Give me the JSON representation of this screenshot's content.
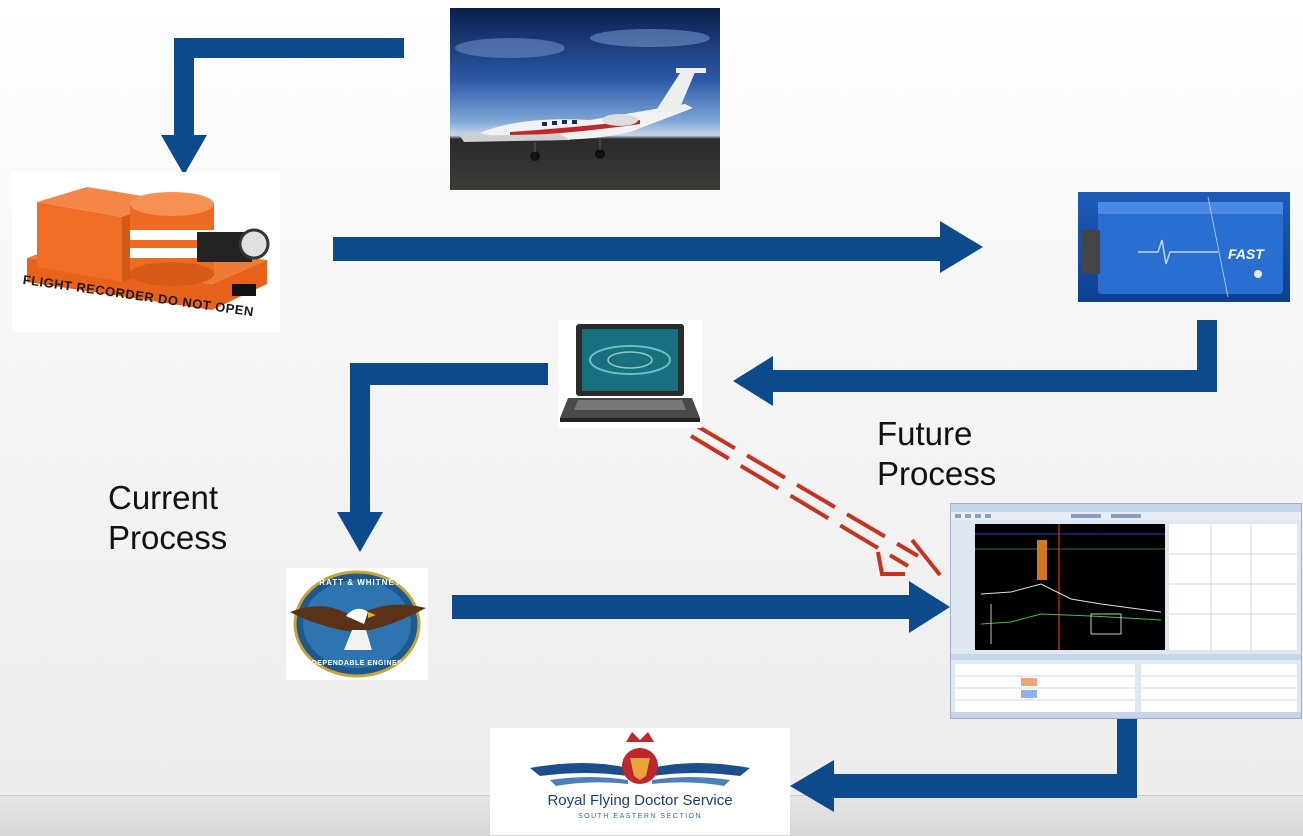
{
  "labels": {
    "current_process": "Current\nProcess",
    "future_process": "Future\nProcess"
  },
  "recorder": {
    "text": "FLIGHT RECORDER DO NOT OPEN"
  },
  "fast_unit": {
    "text": "FAST"
  },
  "pw_logo": {
    "top_text": "PRATT & WHITNEY",
    "bottom_text": "DEPENDABLE ENGINES"
  },
  "rfds_logo": {
    "name": "Royal Flying Doctor Service",
    "section": "SOUTH EASTERN SECTION"
  },
  "colors": {
    "flow_arrow": "#0c4a8c",
    "future_arrow": "#c8321e"
  }
}
